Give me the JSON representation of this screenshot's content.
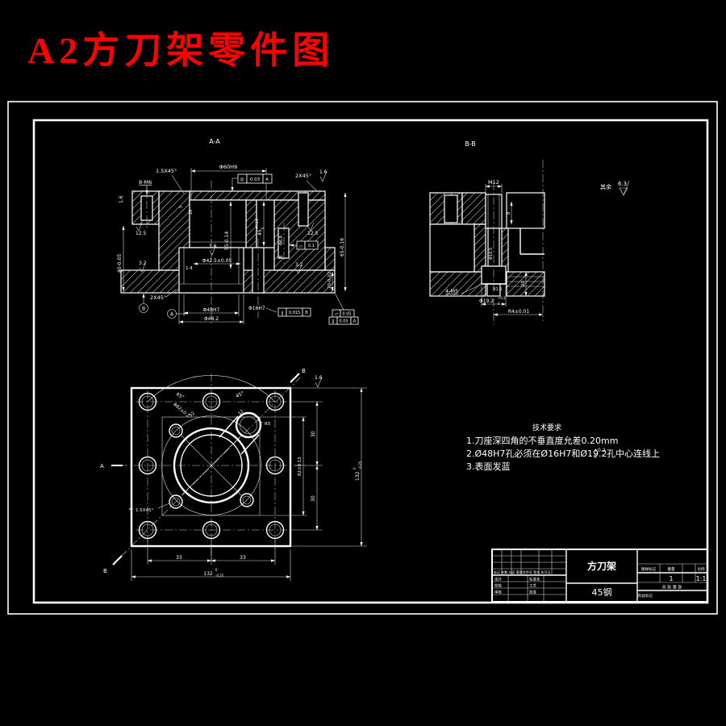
{
  "page": {
    "title": "A2方刀架零件图"
  },
  "colors": {
    "title": "#ff0000",
    "line": "#ffffff",
    "bg": "#000000"
  },
  "notes": {
    "rest_label": "其余",
    "rest_value": "6.3"
  },
  "aa": {
    "label": "A-A",
    "chamfer_tl": "1.5X45°",
    "holes_note": "8-M6",
    "bore_top": "Φ60H9",
    "fcf_top": {
      "sym": "◎",
      "val": "0.03",
      "datum": "A"
    },
    "chamfer_tr": "2X45°",
    "ra16_tr": "1.6",
    "ra16_left": "1.6",
    "ra16_mid": "1.6",
    "ra125_l": "12.5",
    "ra125_r": "12.5",
    "dim5": "5",
    "dim20": "20",
    "h55": "55-0.14",
    "h45": "45",
    "h45_sup": "+0.24",
    "h45_sub": "0",
    "w425": "Φ42.5±0.05",
    "dim14": "1.4",
    "d68": "Φ6.8",
    "d8": "8",
    "fcf_mid": {
      "sym": "▱",
      "val": "0.1"
    },
    "ra32_l": "3.2",
    "ra32_r": "3.2",
    "left40": "40-0.05",
    "right65": "65-0.16",
    "right20": "20-0.02",
    "chamfer_bl": "2X45°",
    "datum_a": "A",
    "datum_b": "B",
    "b48h7": "Φ48H7",
    "b482": "Φ48.2",
    "b16h7": "Φ16H7",
    "fcf_b1": {
      "sym": "∥",
      "val": "0.015",
      "datum": "B"
    },
    "fcf_b2": {
      "sym": "▱",
      "val": "0.05"
    },
    "fcf_b3": {
      "sym": "∥",
      "val": "0.05",
      "datum": "A"
    }
  },
  "bb": {
    "label": "B-B",
    "m12": "M12",
    "dim8": "8",
    "dim20": "20",
    "d105": "Φ10.5",
    "r15": "R1.5",
    "note": "4-M5",
    "d192": "Φ19.2",
    "d192_sup": "+0.2",
    "d192_sub": "0",
    "r4": "R4±0.01"
  },
  "front": {
    "a_mark": "A",
    "b_mark_tr": "B",
    "b_mark_bl": "B",
    "deg_l": "45°",
    "deg_r": "45°",
    "bolt_circle": "Φ82±0.2",
    "dim32": "32",
    "dim12": "12",
    "r5": "R5",
    "chamfer": "1.5X45°",
    "ra16": "1.6",
    "dim30_t": "30",
    "dim30_b": "30",
    "dim82": "82±0.15",
    "dim33_l": "33",
    "dim33_r": "33",
    "w132": "132",
    "w132_sup": "0",
    "w132_sub": "-0.25",
    "h132": "132",
    "h132_sup": "0",
    "h132_sub": "-0.25"
  },
  "tech": {
    "title": "技术要求",
    "item1": "1.刀座深四角的不垂直度允差0.20mm",
    "item2_pre": "2.Ø48H7孔必须在Ø16H7和Ø19.2",
    "item2_sup": "+0.2",
    "item2_sub": "0",
    "item2_post": "孔中心连线上",
    "item3": "3.表面发蓝"
  },
  "title_block": {
    "part_name": "方刀架",
    "material": "45钢",
    "col_mark": "图样标记",
    "col_weight": "重量",
    "col_scale": "比例",
    "qty": "1",
    "scale": "1:1",
    "sheets": "共 张 第 张",
    "row_header": "标记 处数 分区 更改文件号 签名 年月日",
    "design": "设计",
    "check": "校核",
    "review": "审核",
    "process": "工艺",
    "approve": "批准",
    "std": "标准化",
    "stage": "阶段标记"
  }
}
